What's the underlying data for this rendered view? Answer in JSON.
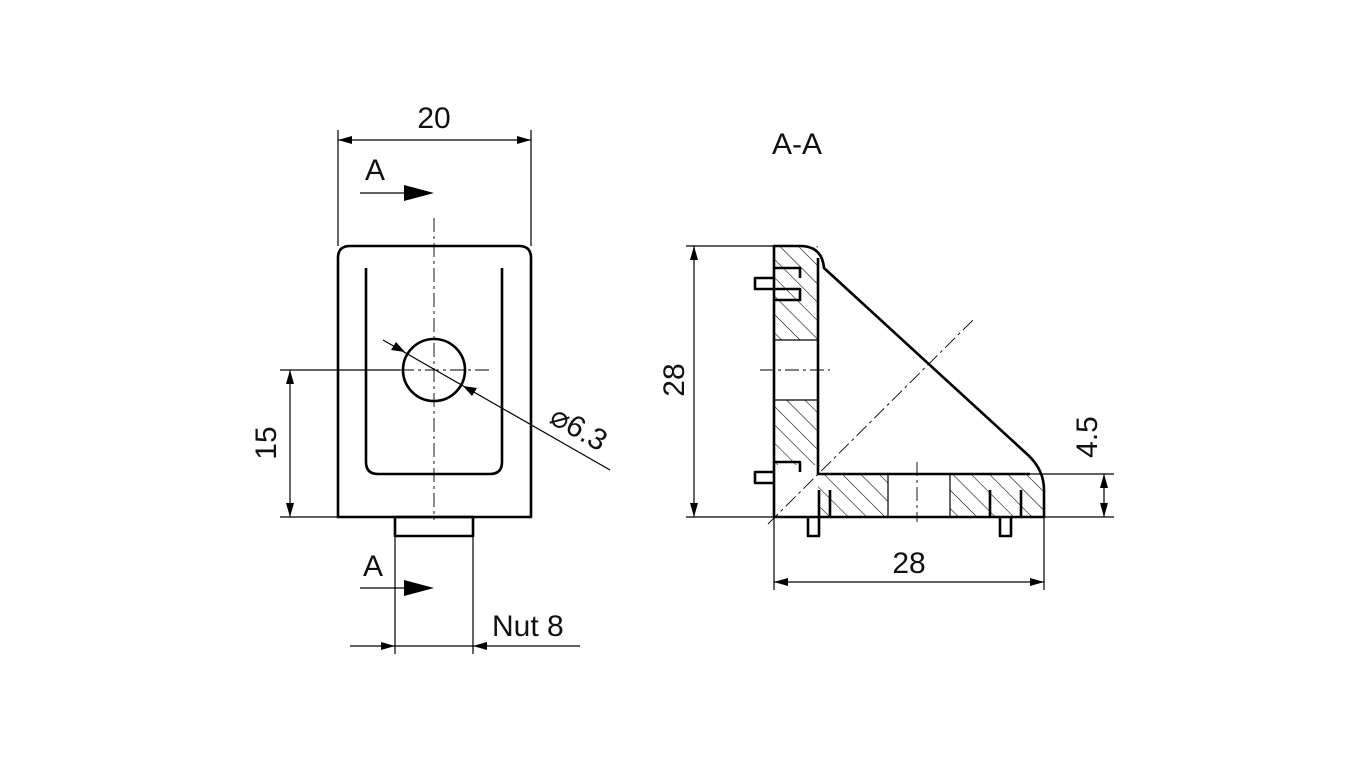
{
  "front_view": {
    "width_dim": "20",
    "height_dim": "15",
    "hole_dim": "⌀6.3",
    "nut_dim": "Nut 8",
    "section_top": "A",
    "section_bottom": "A"
  },
  "section_view": {
    "title": "A-A",
    "height_dim": "28",
    "width_dim": "28",
    "thickness_dim": "4.5"
  }
}
